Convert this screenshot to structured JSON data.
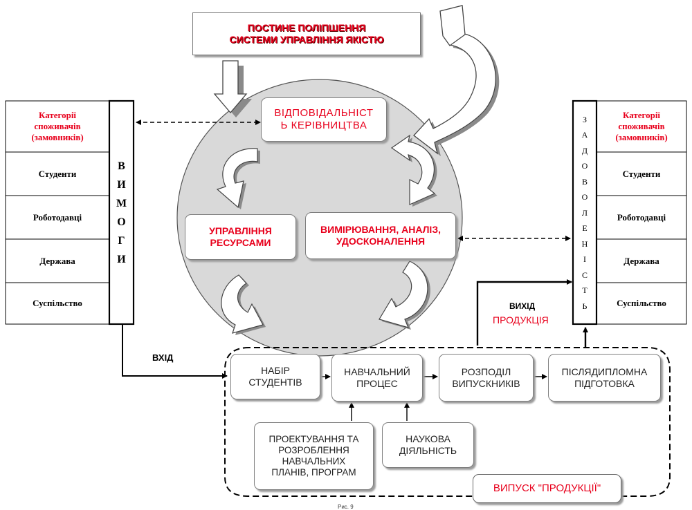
{
  "top_box": {
    "line1": "ПОСТИНЕ ПОЛІПШЕННЯ",
    "line2": "СИСТЕМИ УПРАВЛІННЯ ЯКІСТЮ"
  },
  "circle": {
    "responsibility": {
      "line1": "ВІДПОВІДАЛЬНІСТ",
      "line2": "Ь КЕРІВНИЦТВА"
    },
    "resources": {
      "line1": "УПРАВЛІННЯ",
      "line2": "РЕСУРСАМИ"
    },
    "measurement": {
      "line1": "ВИМІРЮВАННЯ,  АНАЛІЗ,",
      "line2": "УДОСКОНАЛЕННЯ"
    }
  },
  "left_table": {
    "header": [
      "Категорії",
      "споживачів",
      "(замовників)"
    ],
    "rows": [
      "Студенти",
      "Роботодавці",
      "Держава",
      "Суспільство"
    ],
    "vertical_label": [
      "В",
      "И",
      "М",
      "О",
      "Г",
      "И"
    ]
  },
  "right_table": {
    "header": [
      "Категорії",
      "споживачів",
      "(замовників)"
    ],
    "rows": [
      "Студенти",
      "Роботодавці",
      "Держава",
      "Суспільство"
    ],
    "vertical_label": [
      "З",
      "А",
      "Д",
      "О",
      "В",
      "О",
      "Л",
      "Е",
      "Н",
      "І",
      "С",
      "Т",
      "Ь"
    ]
  },
  "labels": {
    "input": "ВХІД",
    "output": "ВИХІД",
    "product": "ПРОДУКЦІЯ",
    "figure": "Рис. 9"
  },
  "process": {
    "enrollment": {
      "line1": "НАБІР",
      "line2": "СТУДЕНТІВ"
    },
    "learning": {
      "line1": "НАВЧАЛЬНИЙ",
      "line2": "ПРОЦЕС"
    },
    "distribution": {
      "line1": "РОЗПОДІЛ",
      "line2": "ВИПУСКНИКІВ"
    },
    "postgrad": {
      "line1": "ПІСЛЯДИПЛОМНА",
      "line2": "ПІДГОТОВКА"
    },
    "design": {
      "line1": "ПРОЕКТУВАННЯ ТА",
      "line2": "РОЗРОБЛЕННЯ",
      "line3": "НАВЧАЛЬНИХ",
      "line4": "ПЛАНІВ,  ПРОГРАМ"
    },
    "science": {
      "line1": "НАУКОВА",
      "line2": "ДІЯЛЬНІСТЬ"
    }
  },
  "release": "ВИПУСК \"ПРОДУКЦІЇ\"",
  "colors": {
    "accent_red": "#e8001c",
    "circle_fill": "#d9d9d9"
  }
}
